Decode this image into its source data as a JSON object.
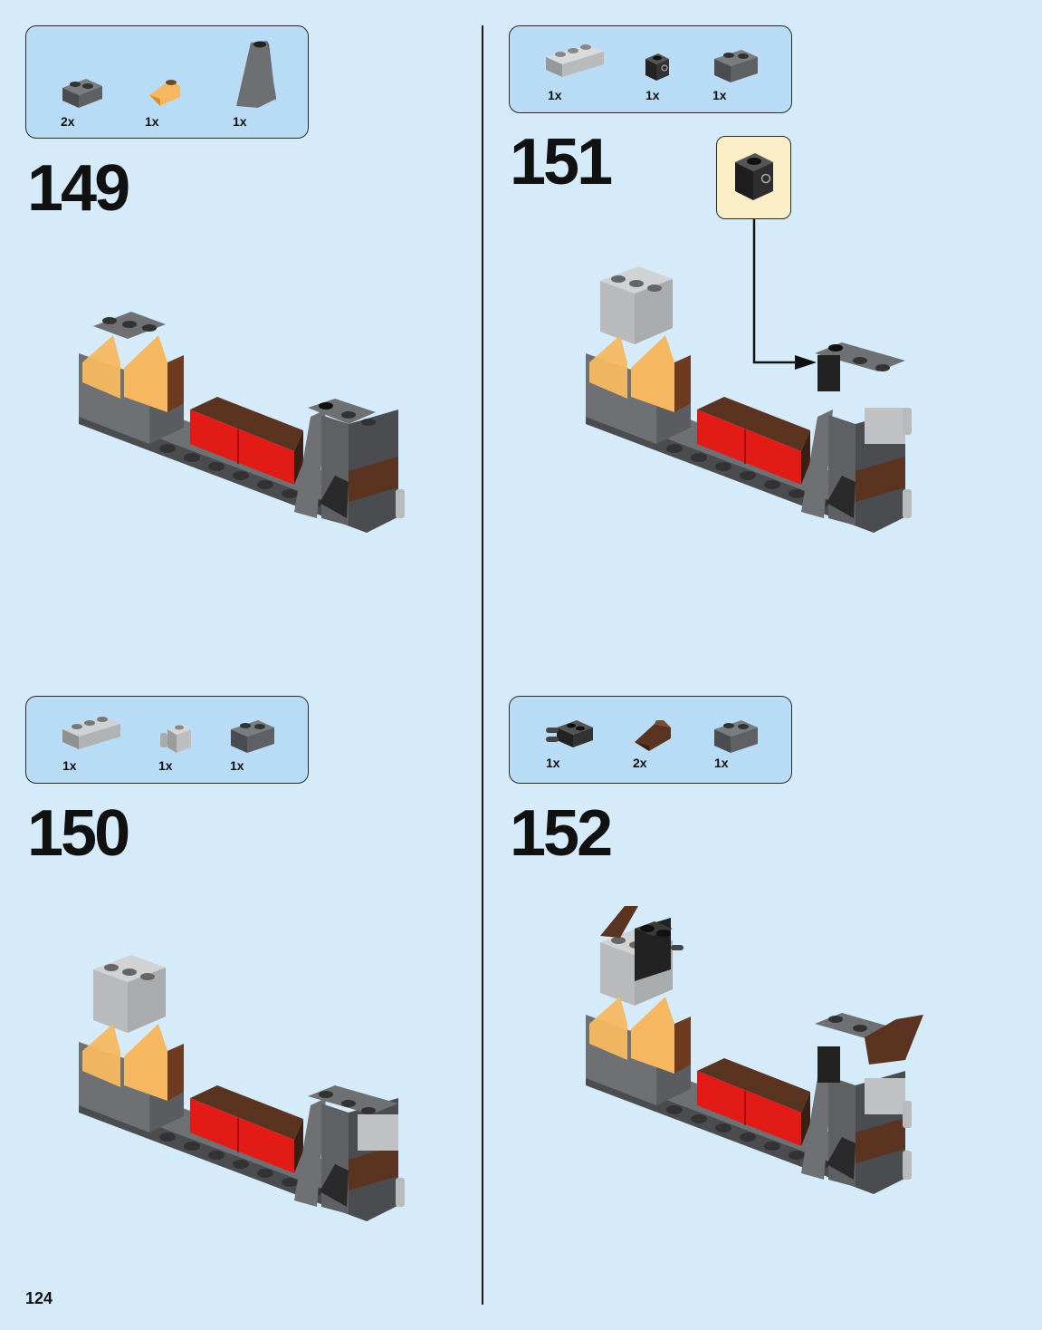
{
  "page": {
    "number": "124"
  },
  "steps": [
    {
      "number": "149",
      "parts": [
        {
          "qty": "2x",
          "icon": "dark-gray-brick-1x2-icon"
        },
        {
          "qty": "1x",
          "icon": "trans-orange-slope-icon"
        },
        {
          "qty": "1x",
          "icon": "dark-gray-tall-slope-icon"
        }
      ]
    },
    {
      "number": "150",
      "parts": [
        {
          "qty": "1x",
          "icon": "light-gray-brick-1x3-icon"
        },
        {
          "qty": "1x",
          "icon": "clip-brick-icon"
        },
        {
          "qty": "1x",
          "icon": "dark-gray-brick-1x2-icon"
        }
      ]
    },
    {
      "number": "151",
      "parts": [
        {
          "qty": "1x",
          "icon": "light-gray-brick-1x3-icon"
        },
        {
          "qty": "1x",
          "icon": "black-brick-1x1-icon"
        },
        {
          "qty": "1x",
          "icon": "dark-gray-brick-1x2-icon"
        }
      ],
      "callout": {
        "icon": "black-brick-1x1-icon"
      }
    },
    {
      "number": "152",
      "parts": [
        {
          "qty": "1x",
          "icon": "black-hinge-plate-icon"
        },
        {
          "qty": "2x",
          "icon": "brown-slope-icon"
        },
        {
          "qty": "1x",
          "icon": "dark-gray-brick-1x2-icon"
        }
      ]
    }
  ],
  "colors": {
    "background": "#d5ebfa",
    "parts_box": "#b9dcf6",
    "callout_box": "#fcefc7",
    "dark_gray": "#5e6064",
    "light_gray": "#a9abad",
    "red": "#e31b17",
    "brown": "#5a3321",
    "trans_orange": "#f5b860"
  }
}
